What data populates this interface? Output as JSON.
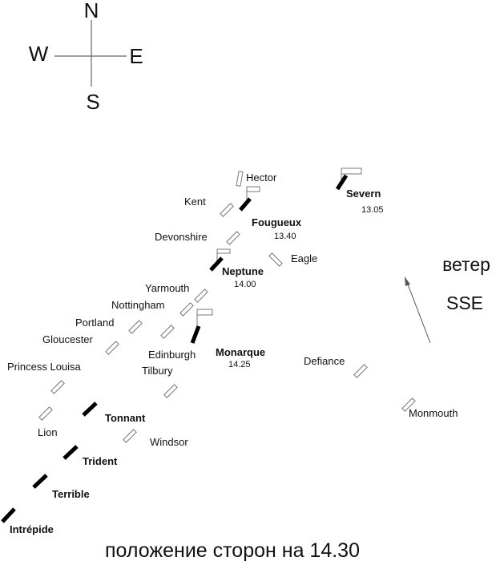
{
  "compass": {
    "north": "N",
    "south": "S",
    "east": "E",
    "west": "W"
  },
  "wind": {
    "word": "ветер",
    "direction": "SSE"
  },
  "caption": "положение сторон на 14.30",
  "british_ships": [
    {
      "id": "hector",
      "name": "Hector"
    },
    {
      "id": "kent",
      "name": "Kent"
    },
    {
      "id": "devonshire",
      "name": "Devonshire"
    },
    {
      "id": "eagle",
      "name": "Eagle"
    },
    {
      "id": "yarmouth",
      "name": "Yarmouth"
    },
    {
      "id": "nottingham",
      "name": "Nottingham"
    },
    {
      "id": "portland",
      "name": "Portland"
    },
    {
      "id": "gloucester",
      "name": "Gloucester"
    },
    {
      "id": "edinburgh",
      "name": "Edinburgh"
    },
    {
      "id": "tilbury",
      "name": "Tilbury"
    },
    {
      "id": "princess_louisa",
      "name": "Princess Louisa"
    },
    {
      "id": "lion",
      "name": "Lion"
    },
    {
      "id": "windsor",
      "name": "Windsor"
    },
    {
      "id": "defiance",
      "name": "Defiance"
    },
    {
      "id": "monmouth",
      "name": "Monmouth"
    }
  ],
  "french_ships": [
    {
      "id": "severn",
      "name": "Severn",
      "time": "13.05"
    },
    {
      "id": "fougueux",
      "name": "Fougueux",
      "time": "13.40"
    },
    {
      "id": "neptune",
      "name": "Neptune",
      "time": "14.00"
    },
    {
      "id": "monarque",
      "name": "Monarque",
      "time": "14.25"
    },
    {
      "id": "tonnant",
      "name": "Tonnant"
    },
    {
      "id": "trident",
      "name": "Trident"
    },
    {
      "id": "terrible",
      "name": "Terrible"
    },
    {
      "id": "intrepide",
      "name": "Intrépide"
    }
  ]
}
